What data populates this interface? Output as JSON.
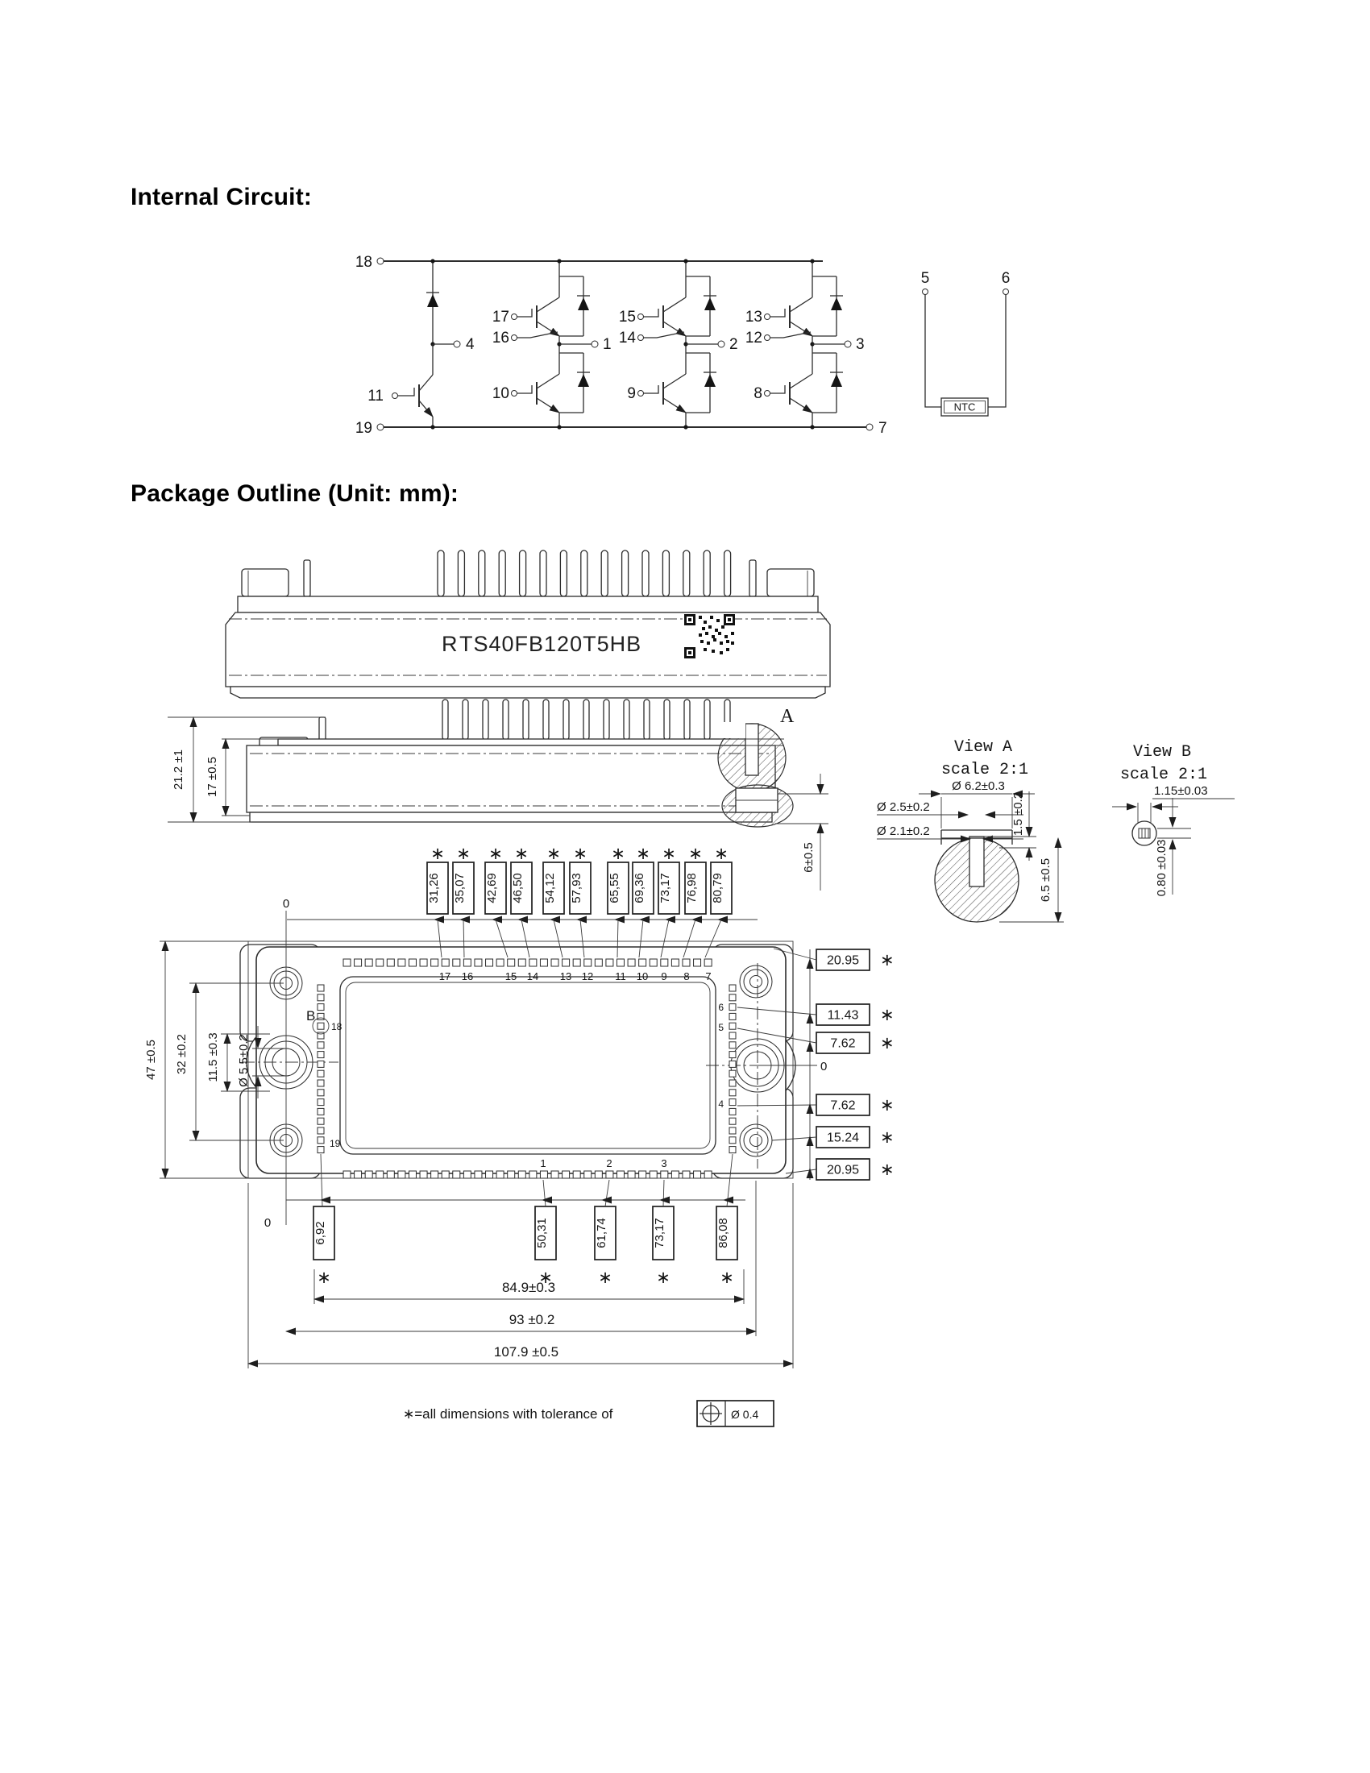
{
  "headings": {
    "internal_circuit": "Internal Circuit:",
    "package_outline": "Package Outline (Unit: mm):"
  },
  "symbols": {
    "asterisk": "∗",
    "diameter_tol": "Ø 0.4"
  },
  "circuit": {
    "top_rail_pin": "18",
    "bottom_rail_left_pin": "19",
    "bottom_rail_right_pin": "7",
    "chopper": {
      "output_pin": "4",
      "gate_pin": "11"
    },
    "legs": [
      {
        "top_gate": "17",
        "top_aux": "16",
        "output": "1",
        "bottom_gate": "10"
      },
      {
        "top_gate": "15",
        "top_aux": "14",
        "output": "2",
        "bottom_gate": "9"
      },
      {
        "top_gate": "13",
        "top_aux": "12",
        "output": "3",
        "bottom_gate": "8"
      }
    ],
    "ntc": {
      "left_pin": "5",
      "right_pin": "6",
      "label": "NTC"
    }
  },
  "package": {
    "part_number_prefix": "R",
    "part_number": "TS40FB120T5HB",
    "side_view": {
      "height_outer": "21.2 ±1",
      "height_inner": "17 ±0.5",
      "detail_label": "A",
      "pin_protrusion": "6±0.5"
    },
    "view_a": {
      "title": "View A",
      "scale": "scale 2:1",
      "dia_outer": "Ø 6.2±0.3",
      "dia_mid": "Ø 2.5±0.2",
      "dia_inner": "Ø 2.1±0.2",
      "step": "1.5 ±0.2",
      "depth": "6.5 ±0.5"
    },
    "view_b": {
      "title": "View B",
      "scale": "scale 2:1",
      "width": "1.15±0.03",
      "thickness": "0.80 ±0.03"
    },
    "top_view": {
      "datum": "0",
      "top_dim_boxes": [
        "31,26",
        "35,07",
        "42,69",
        "46,50",
        "54,12",
        "57,93",
        "65,55",
        "69,36",
        "73,17",
        "76,98",
        "80,79"
      ],
      "top_pin_labels": [
        "17",
        "16",
        "15",
        "14",
        "13",
        "12",
        "11",
        "10",
        "9",
        "8",
        "7"
      ],
      "bottom_pin_labels": [
        "1",
        "2",
        "3"
      ],
      "bottom_dim_boxes": [
        "6,92",
        "50,31",
        "61,74",
        "73,17",
        "86,08"
      ],
      "right_dim_boxes": [
        "20.95",
        "11.43",
        "7.62",
        "7.62",
        "15.24",
        "20.95"
      ],
      "left_dims": [
        "47 ±0.5",
        "32 ±0.2",
        "11.5 ±0.3",
        "Ø 5.5±0.2"
      ],
      "width_dims": [
        "84.9±0.3",
        "93 ±0.2",
        "107.9 ±0.5"
      ],
      "left_col": {
        "b_label": "B",
        "pin18": "18",
        "pin19": "19"
      },
      "right_col_pins": [
        "6",
        "5",
        "4"
      ],
      "tolerance_note": "∗=all dimensions with tolerance of"
    }
  }
}
